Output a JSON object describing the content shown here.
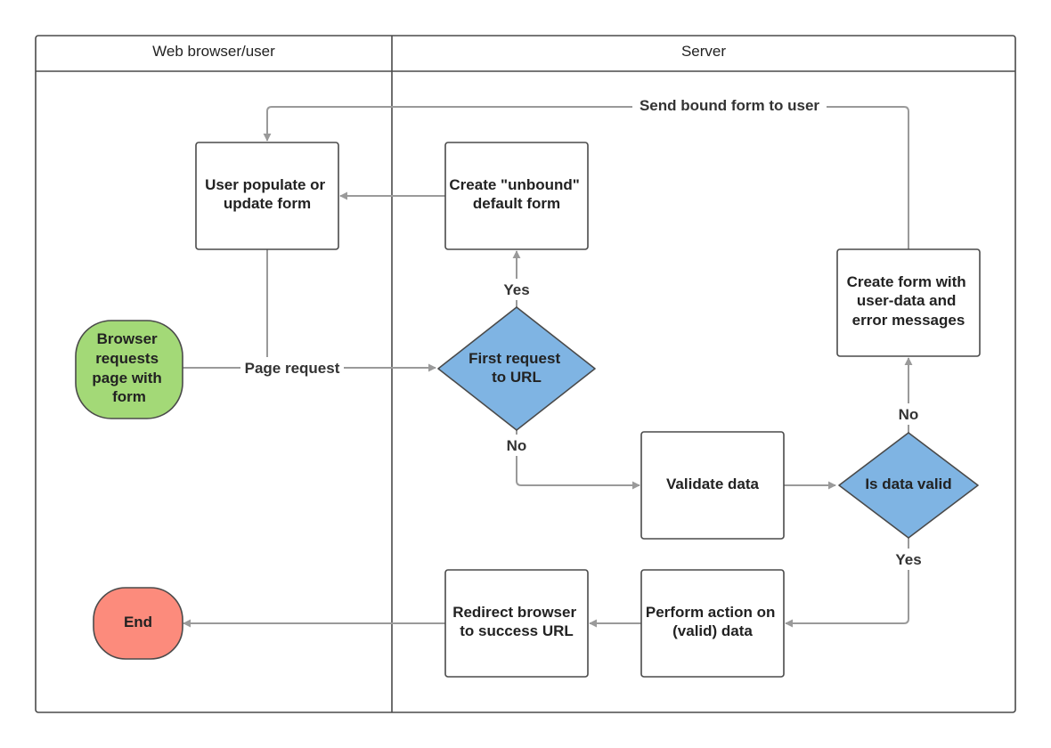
{
  "lanes": {
    "left_title": "Web browser/user",
    "right_title": "Server"
  },
  "colors": {
    "start_fill": "#a3d977",
    "end_fill": "#fc8b7c",
    "decision_fill": "#7fb4e3",
    "process_fill": "#ffffff",
    "edge_stroke": "#9a9a9a",
    "frame_stroke": "#4a4a4a"
  },
  "nodes": {
    "browser_requests": {
      "lines": [
        "Browser",
        "requests",
        "page with",
        "form"
      ]
    },
    "user_populate": {
      "lines": [
        "User populate or",
        "update form"
      ]
    },
    "create_unbound": {
      "lines": [
        "Create \"unbound\"",
        "default form"
      ]
    },
    "first_request": {
      "lines": [
        "First request",
        "to URL"
      ]
    },
    "create_form_errors": {
      "lines": [
        "Create form with",
        "user-data and",
        "error messages"
      ]
    },
    "validate_data": {
      "lines": [
        "Validate data"
      ]
    },
    "is_data_valid": {
      "lines": [
        "Is data valid"
      ]
    },
    "perform_action": {
      "lines": [
        "Perform action on",
        "(valid) data"
      ]
    },
    "redirect_browser": {
      "lines": [
        "Redirect browser",
        "to success URL"
      ]
    },
    "end": {
      "lines": [
        "End"
      ]
    }
  },
  "edges": {
    "send_bound_form": "Send bound form to user",
    "page_request": "Page request",
    "first_yes": "Yes",
    "first_no": "No",
    "valid_no": "No",
    "valid_yes": "Yes"
  }
}
